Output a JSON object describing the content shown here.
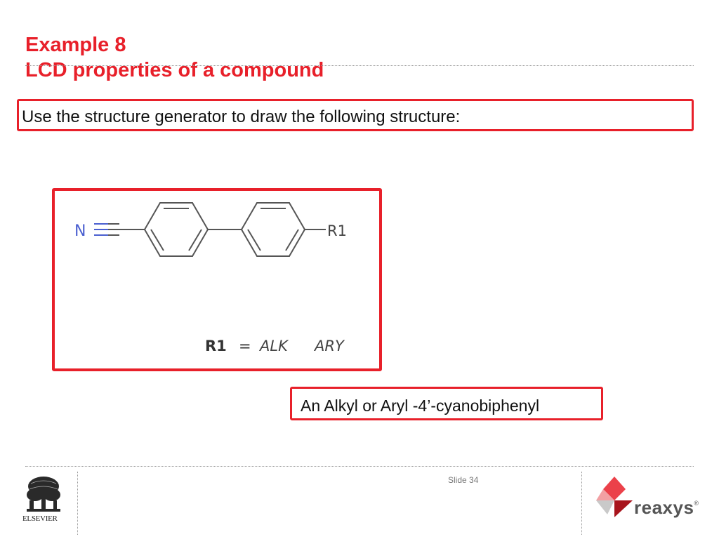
{
  "slide": {
    "title_line1": "Example 8",
    "title_line2": "LCD properties of a compound",
    "instruction": "Use the structure generator to draw the following structure:",
    "caption": "An Alkyl or Aryl -4’-cyanobiphenyl",
    "slide_number": "Slide 34"
  },
  "structure": {
    "nitrogen_label": "N",
    "substituent_label": "R1",
    "definition_symbol": "R1",
    "definition_equals": "=",
    "definition_option1": "ALK",
    "definition_option2": "ARY"
  },
  "footer": {
    "left_logo_text": "ELSEVIER",
    "right_logo_text": "reaxys",
    "right_logo_mark": "®"
  },
  "colors": {
    "accent_red": "#e8202a",
    "nitrogen_blue": "#4a5fd0",
    "bond_gray": "#555555"
  }
}
